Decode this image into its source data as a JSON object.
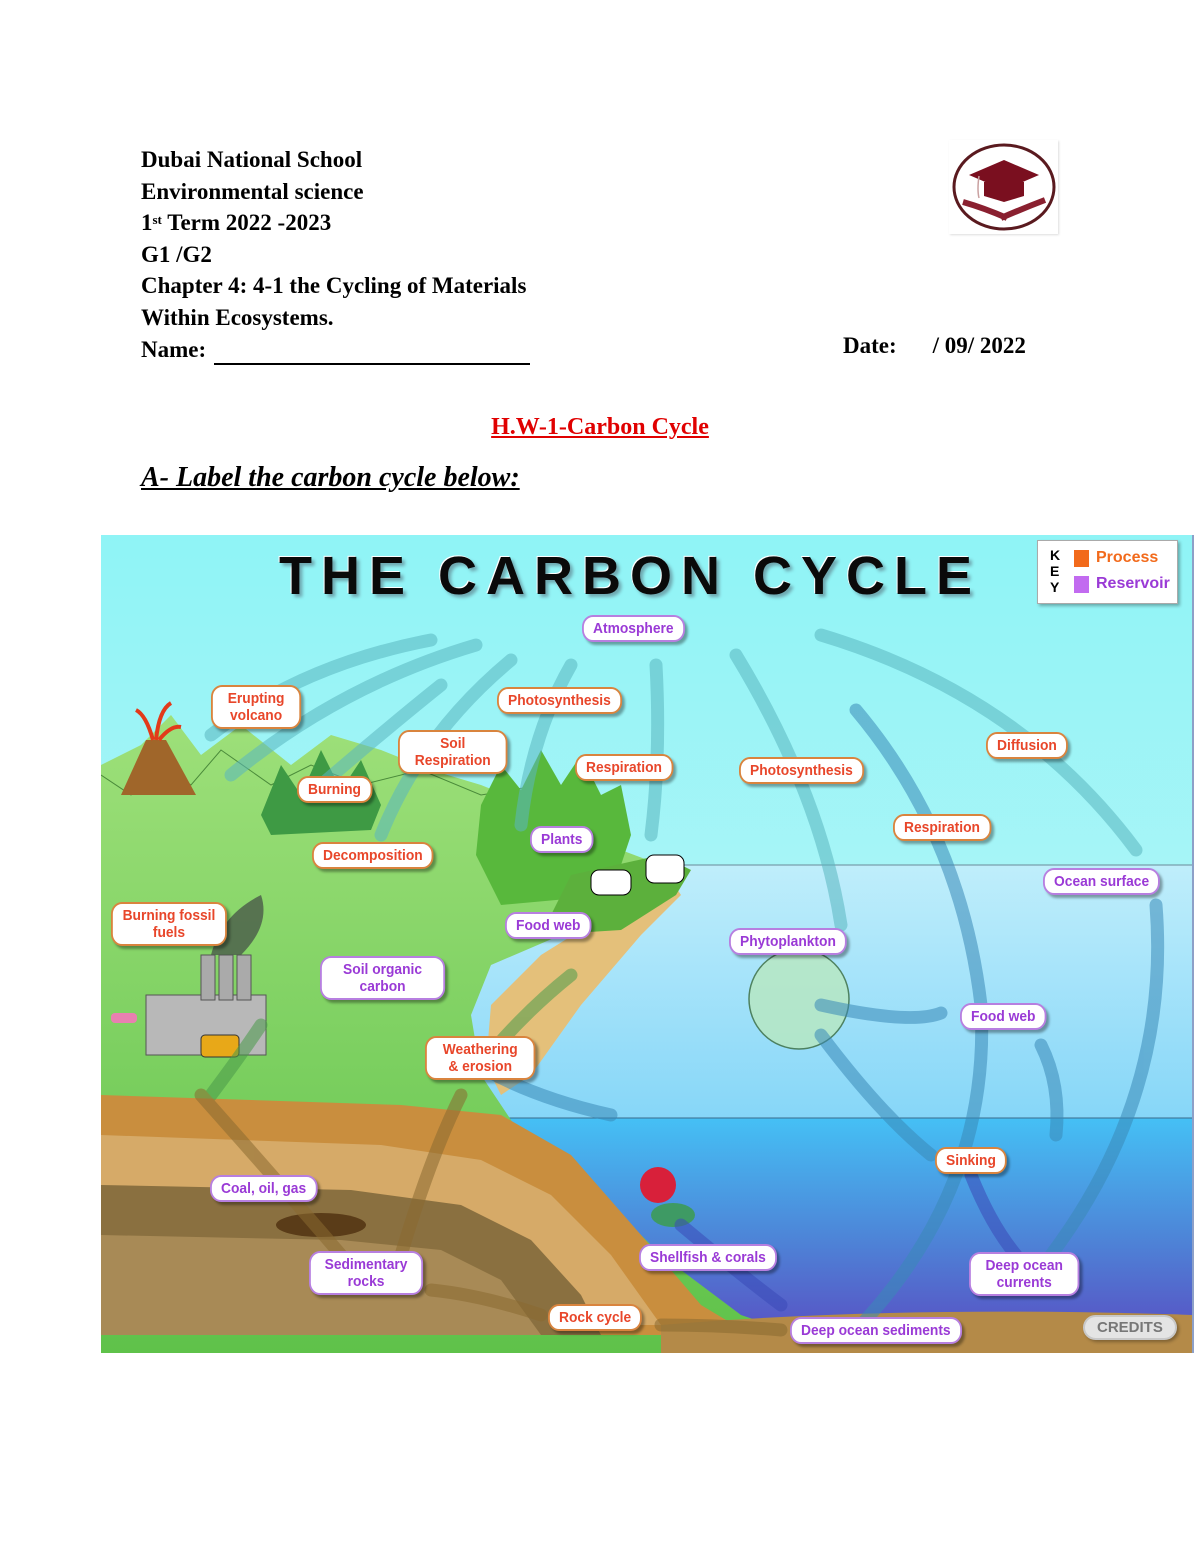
{
  "header": {
    "school": "Dubai National School",
    "subject": "Environmental science",
    "term_num": "1",
    "term_sup": "st",
    "term_rest": " Term 2022 -2023",
    "groups": "G1 /G2",
    "chapter_line1": "Chapter 4: 4-1 the Cycling of Materials",
    "chapter_line2": "Within Ecosystems.",
    "name_label": "Name:",
    "name_value": "",
    "date_label": "Date:",
    "date_value": "/ 09/ 2022"
  },
  "logo": {
    "icon": "graduation-cap-icon",
    "color": "#7a0f1f"
  },
  "homework_title": "H.W-1-Carbon Cycle",
  "question_a": "A- Label the carbon cycle below:",
  "diagram": {
    "title": "The Carbon Cycle",
    "key": {
      "letters": [
        "K",
        "E",
        "Y"
      ],
      "items": [
        {
          "label": "Process",
          "color": "#f26a1b"
        },
        {
          "label": "Reservoir",
          "color": "#c26bf0"
        }
      ]
    },
    "labels": [
      {
        "text": "Atmosphere",
        "type": "reservoir"
      },
      {
        "text": "Erupting volcano",
        "type": "process"
      },
      {
        "text": "Photosynthesis",
        "type": "process"
      },
      {
        "text": "Soil Respiration",
        "type": "process"
      },
      {
        "text": "Respiration",
        "type": "process"
      },
      {
        "text": "Photosynthesis",
        "type": "process"
      },
      {
        "text": "Diffusion",
        "type": "process"
      },
      {
        "text": "Burning",
        "type": "process"
      },
      {
        "text": "Respiration",
        "type": "process"
      },
      {
        "text": "Plants",
        "type": "reservoir"
      },
      {
        "text": "Decomposition",
        "type": "process"
      },
      {
        "text": "Ocean surface",
        "type": "reservoir"
      },
      {
        "text": "Burning fossil fuels",
        "type": "process"
      },
      {
        "text": "Food web",
        "type": "reservoir"
      },
      {
        "text": "Phytoplankton",
        "type": "reservoir"
      },
      {
        "text": "Soil organic carbon",
        "type": "reservoir"
      },
      {
        "text": "Food web",
        "type": "reservoir"
      },
      {
        "text": "Weathering & erosion",
        "type": "process"
      },
      {
        "text": "Sinking",
        "type": "process"
      },
      {
        "text": "Coal, oil, gas",
        "type": "reservoir"
      },
      {
        "text": "Shellfish & corals",
        "type": "reservoir"
      },
      {
        "text": "Sedimentary rocks",
        "type": "reservoir"
      },
      {
        "text": "Deep ocean currents",
        "type": "reservoir"
      },
      {
        "text": "Rock cycle",
        "type": "process"
      },
      {
        "text": "Deep ocean sediments",
        "type": "reservoir"
      }
    ],
    "credits_button": "CREDITS"
  }
}
